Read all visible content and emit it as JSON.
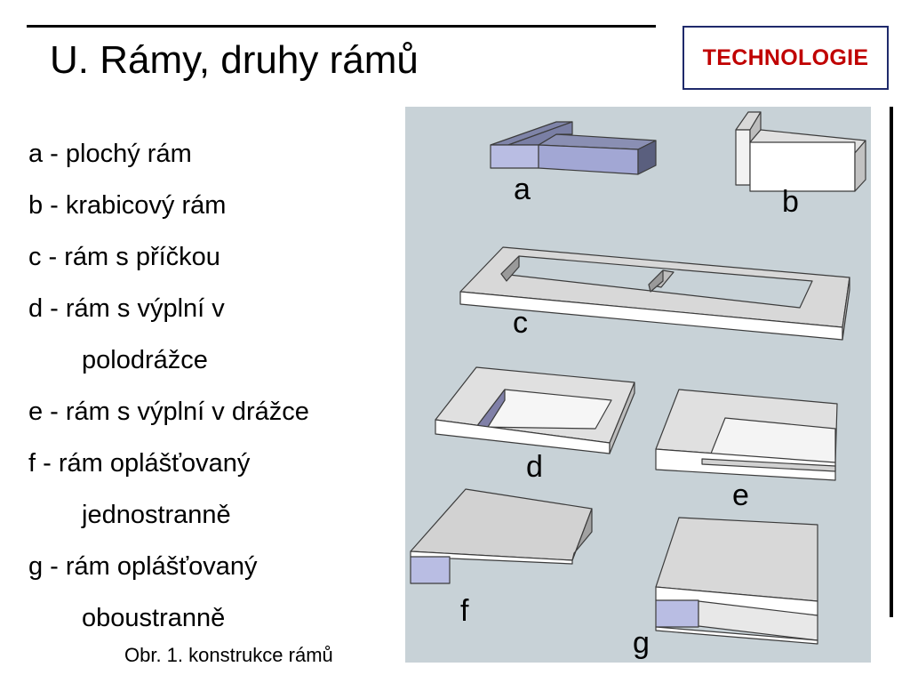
{
  "header": {
    "title": "U. Rámy, druhy rámů",
    "badge": "TECHNOLOGIE"
  },
  "legend": [
    {
      "text": "a - plochý rám",
      "continuation": false
    },
    {
      "text": "b - krabicový rám",
      "continuation": false
    },
    {
      "text": "c - rám s příčkou",
      "continuation": false
    },
    {
      "text": "d - rám s výplní v",
      "continuation": false
    },
    {
      "text": "polodrážce",
      "continuation": true
    },
    {
      "text": "e - rám s výplní v drážce",
      "continuation": false
    },
    {
      "text": "f - rám oplášťovaný",
      "continuation": false
    },
    {
      "text": "jednostranně",
      "continuation": true
    },
    {
      "text": "g - rám oplášťovaný",
      "continuation": false
    },
    {
      "text": "oboustranně",
      "continuation": true
    }
  ],
  "caption": "Obr. 1. konstrukce rámů",
  "figure": {
    "background": "#c8d2d7",
    "labels": {
      "a": "a",
      "b": "b",
      "c": "c",
      "d": "d",
      "e": "e",
      "f": "f",
      "g": "g"
    }
  }
}
